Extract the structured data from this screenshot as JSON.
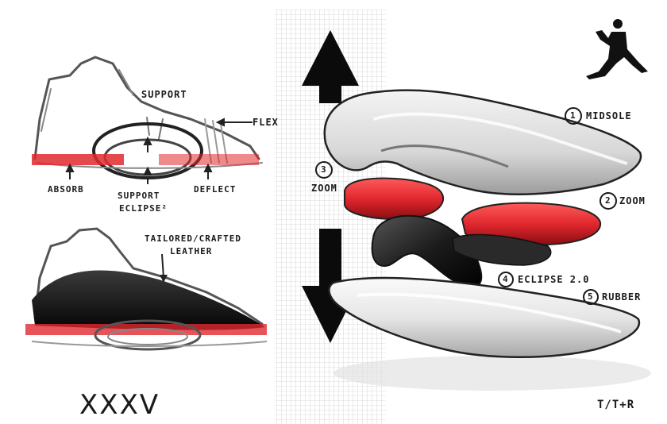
{
  "left_top_labels": {
    "support": "SUPPORT",
    "flex": "FLEX",
    "absorb": "ABSORB",
    "support_eclipse": "SUPPORT",
    "eclipse_sub": "ECLIPSE²",
    "deflect": "DEFLECT"
  },
  "left_bottom_labels": {
    "tailored_1": "TAILORED/CRAFTED",
    "tailored_2": "LEATHER"
  },
  "model_number": "XXXV",
  "right_labels": {
    "n1": "1",
    "midsole": "MIDSOLE",
    "n2": "2",
    "zoom_2": "ZOOM",
    "n3": "3",
    "zoom_3": "ZOOM",
    "n4": "4",
    "eclipse": "ECLIPSE 2.0",
    "n5": "5",
    "rubber": "RUBBER"
  },
  "signature": "T/T+R",
  "logo": "jumpman-logo",
  "colors": {
    "accent_red": "#e0282e",
    "ink": "#1a1a1a",
    "grid": "#c8c8c8"
  }
}
